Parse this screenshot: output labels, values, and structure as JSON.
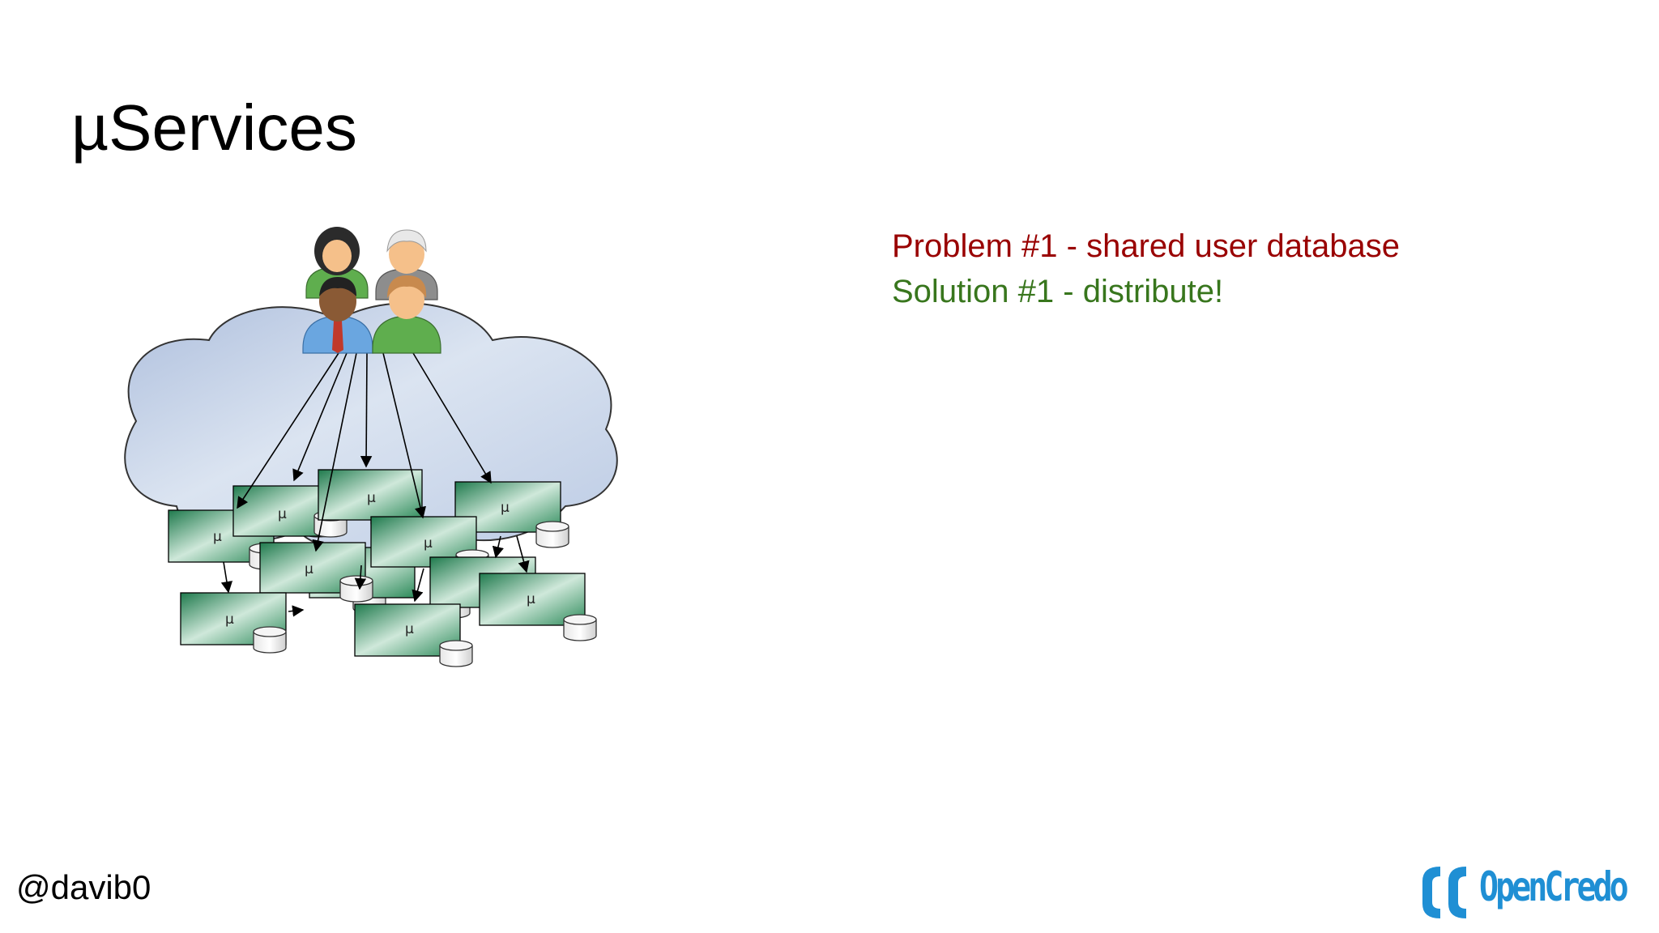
{
  "slide": {
    "title": "µServices",
    "problem": "Problem #1 - shared user database",
    "solution": "Solution #1 - distribute!",
    "handle": "@davib0",
    "logo_name": "OpenCredo"
  },
  "diagram": {
    "service_label": "µ",
    "icons": [
      "users-icon",
      "cloud-icon",
      "database-icon"
    ]
  },
  "colors": {
    "problem_text": "#990000",
    "solution_text": "#38761d",
    "logo_blue": "#1f8fd4",
    "cloud_fill": "#c9d6ea",
    "service_fill": "#3f9a6b"
  }
}
